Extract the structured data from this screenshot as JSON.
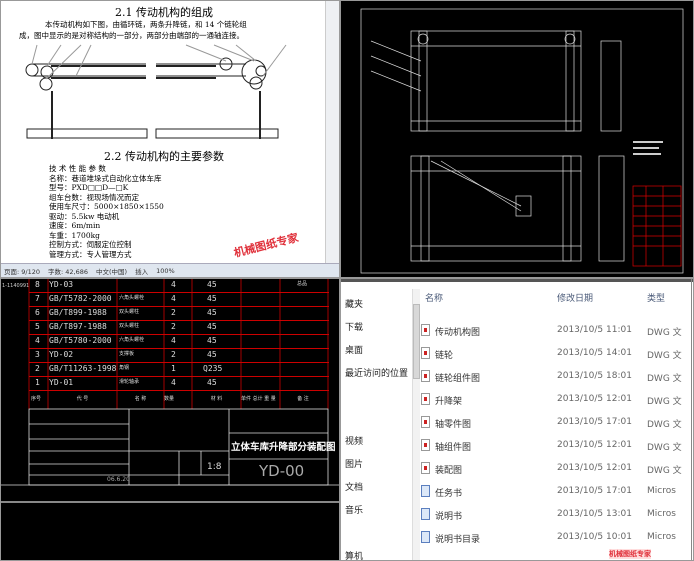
{
  "doc": {
    "heading1": "2.1 传动机构的组成",
    "para1": "本传动机构如下图，由循环链，两条升降链，和 14 个链轮组",
    "para2": "成，图中显示的是对称结构的一部分，两部分由端部的一通轴连接。",
    "heading2": "2.2 传动机构的主要参数",
    "params": [
      "技 术 性 能 参 数",
      "名称：巷道堆垛式自动化立体车库",
      "型号：PXD□□D—□K",
      "组车台数：视现场情况而定",
      "使用车尺寸：5000×1850×1550",
      "驱动：5.5kw 电动机",
      "速度：6m/min",
      "车重：1700kg",
      "控制方式：伺服定位控制",
      "管理方式：专人管理方式"
    ],
    "status": {
      "page": "页面: 9/120",
      "words": "字数: 42,686",
      "lang": "中文(中国)",
      "mode": "插入",
      "zoom": "100%"
    },
    "watermark": "机械图纸专家"
  },
  "bom": {
    "side_label": "1-1140991",
    "rows": [
      [
        "8",
        "YD-03",
        "",
        "4",
        "45",
        "",
        "",
        "总品"
      ],
      [
        "7",
        "GB/T5782-2000",
        "六角头螺栓",
        "4",
        "45",
        "",
        "",
        ""
      ],
      [
        "6",
        "GB/T899-1988",
        "双头螺柱",
        "2",
        "45",
        "",
        "",
        ""
      ],
      [
        "5",
        "GB/T897-1988",
        "双头螺柱",
        "2",
        "45",
        "",
        "",
        ""
      ],
      [
        "4",
        "GB/T5780-2000",
        "六角头螺栓",
        "4",
        "45",
        "",
        "",
        ""
      ],
      [
        "3",
        "YD-02",
        "支撑板",
        "2",
        "45",
        "",
        "",
        ""
      ],
      [
        "2",
        "GB/T11263-1998",
        "角钢",
        "1",
        "Q235",
        "",
        "",
        ""
      ],
      [
        "1",
        "YD-01",
        "滑轮轴承",
        "4",
        "45",
        "",
        "",
        ""
      ]
    ],
    "header": [
      "序号",
      "代 号",
      "名 称",
      "数量",
      "材 料",
      "单件 总计 重 量",
      "备 注"
    ],
    "title": "立体车库升降部分装配图",
    "code": "YD-00",
    "scale": "1:8",
    "date": "06.6.20"
  },
  "explorer": {
    "nav": [
      "藏夹",
      "下载",
      "桌面",
      "最近访问的位置",
      "视频",
      "图片",
      "文档",
      "音乐",
      "算机"
    ],
    "columns": [
      "名称",
      "修改日期",
      "类型"
    ],
    "files": [
      {
        "name": "传动机构图",
        "date": "2013/10/5 11:01",
        "type": "DWG 文",
        "icon": "dwg"
      },
      {
        "name": "链轮",
        "date": "2013/10/5 14:01",
        "type": "DWG 文",
        "icon": "dwg"
      },
      {
        "name": "链轮组件图",
        "date": "2013/10/5 18:01",
        "type": "DWG 文",
        "icon": "dwg"
      },
      {
        "name": "升降架",
        "date": "2013/10/5 12:01",
        "type": "DWG 文",
        "icon": "dwg"
      },
      {
        "name": "轴零件图",
        "date": "2013/10/5 17:01",
        "type": "DWG 文",
        "icon": "dwg"
      },
      {
        "name": "轴组件图",
        "date": "2013/10/5 12:01",
        "type": "DWG 文",
        "icon": "dwg"
      },
      {
        "name": "装配图",
        "date": "2013/10/5 12:01",
        "type": "DWG 文",
        "icon": "dwg"
      },
      {
        "name": "任务书",
        "date": "2013/10/5 17:01",
        "type": "Micros",
        "icon": "doc"
      },
      {
        "name": "说明书",
        "date": "2013/10/5 13:01",
        "type": "Micros",
        "icon": "doc"
      },
      {
        "name": "说明书目录",
        "date": "2013/10/5 10:01",
        "type": "Micros",
        "icon": "doc"
      }
    ],
    "watermark": "机械图纸专家"
  }
}
